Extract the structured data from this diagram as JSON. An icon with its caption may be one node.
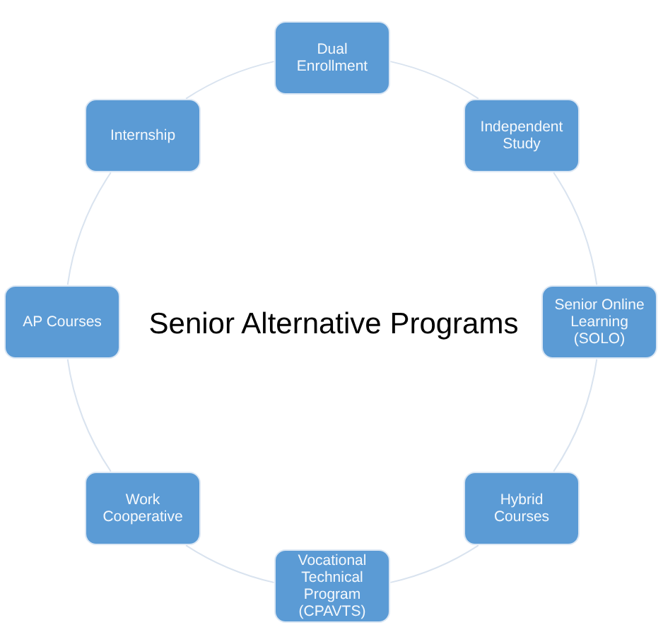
{
  "diagram": {
    "title": "Senior Alternative Programs",
    "nodes": [
      {
        "text": [
          "Dual Enrollment"
        ]
      },
      {
        "text": [
          "Independent Study"
        ]
      },
      {
        "text": [
          "Senior Online Learning (SOLO)"
        ]
      },
      {
        "text": [
          "Hybrid Courses"
        ]
      },
      {
        "text": [
          "Vocational Technical Program (CPAVTS)"
        ]
      },
      {
        "text": [
          "Work Cooperative"
        ]
      },
      {
        "text": [
          "AP Courses"
        ]
      },
      {
        "text": [
          "Internship"
        ]
      }
    ],
    "edges": [
      {
        "from": 0,
        "to": 1,
        "arrow": "none"
      },
      {
        "from": 1,
        "to": 2,
        "arrow": "none"
      },
      {
        "from": 2,
        "to": 3,
        "arrow": "none"
      },
      {
        "from": 3,
        "to": 4,
        "arrow": "none"
      },
      {
        "from": 4,
        "to": 5,
        "arrow": "none"
      },
      {
        "from": 5,
        "to": 6,
        "arrow": "none"
      },
      {
        "from": 6,
        "to": 7,
        "arrow": "none"
      },
      {
        "from": 7,
        "to": 0,
        "arrow": "none"
      }
    ]
  }
}
